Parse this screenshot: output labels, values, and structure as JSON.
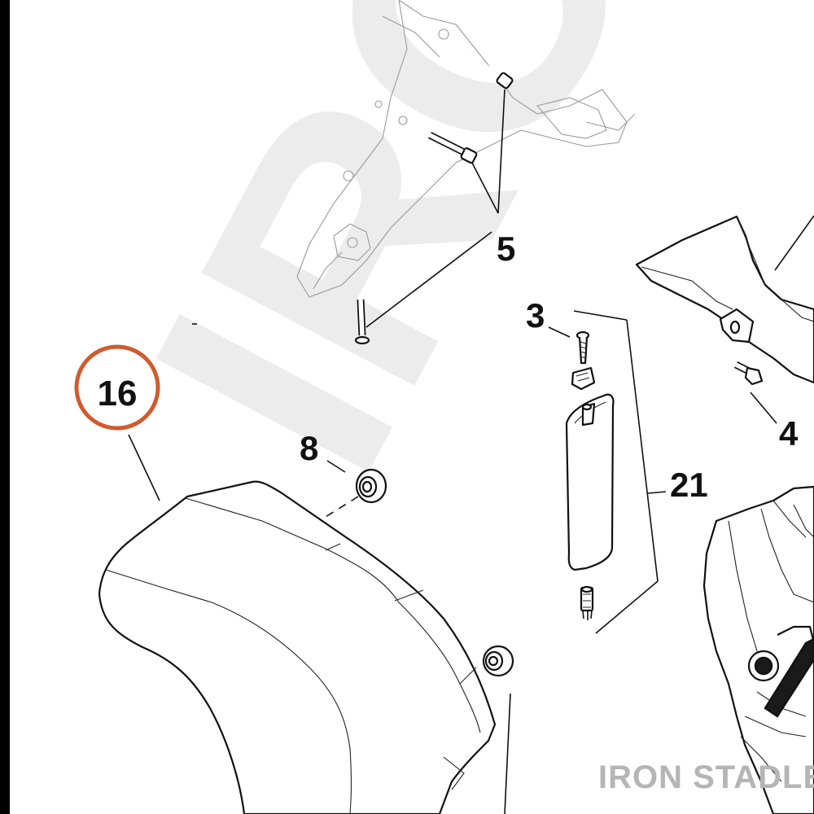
{
  "watermark": {
    "background_text": "IRON S",
    "corner_text": "IRON STADLE"
  },
  "callouts": [
    {
      "id": "5",
      "label": "5"
    },
    {
      "id": "3",
      "label": "3"
    },
    {
      "id": "4",
      "label": "4"
    },
    {
      "id": "16",
      "label": "16",
      "circled": true
    },
    {
      "id": "8",
      "label": "8"
    },
    {
      "id": "21",
      "label": "21"
    }
  ],
  "colors": {
    "highlight_circle": "#cf5b2f",
    "line_art": "#111111",
    "watermark": "#b5b5b5",
    "left_frame": "#000000"
  }
}
